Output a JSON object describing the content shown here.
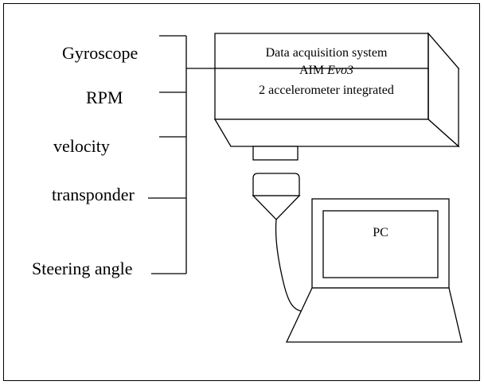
{
  "sensors": [
    {
      "id": "gyro",
      "label": "Gyroscope"
    },
    {
      "id": "rpm",
      "label": "RPM"
    },
    {
      "id": "vel",
      "label": "velocity"
    },
    {
      "id": "trans",
      "label": "transponder"
    },
    {
      "id": "steer",
      "label": "Steering angle"
    }
  ],
  "daq": {
    "line1": "Data acquisition system",
    "line2_prefix": "AIM ",
    "line2_model": "Evo3",
    "line3": "2 accelerometer integrated"
  },
  "pc": {
    "label": "PC"
  }
}
